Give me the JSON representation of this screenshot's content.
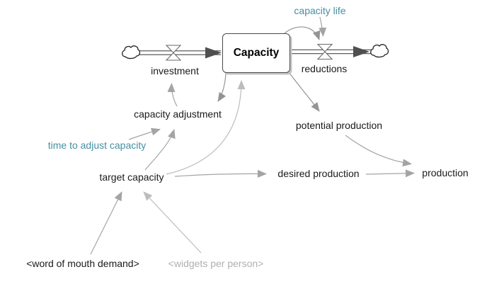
{
  "diagram": {
    "stock": {
      "label": "Capacity"
    },
    "flows": {
      "investment": {
        "label": "investment"
      },
      "reductions": {
        "label": "reductions"
      }
    },
    "variables": {
      "capacity_life": {
        "label": "capacity life",
        "color": "#4590a2"
      },
      "capacity_adjustment": {
        "label": "capacity adjustment",
        "color": "#1a1a1a"
      },
      "time_to_adjust_capacity": {
        "label": "time to adjust capacity",
        "color": "#4590a2"
      },
      "target_capacity": {
        "label": "target capacity",
        "color": "#1a1a1a"
      },
      "potential_production": {
        "label": "potential production",
        "color": "#1a1a1a"
      },
      "desired_production": {
        "label": "desired production",
        "color": "#1a1a1a"
      },
      "production": {
        "label": "production",
        "color": "#1a1a1a"
      },
      "word_of_mouth_demand": {
        "label": "<word of mouth demand>",
        "color": "#1a1a1a"
      },
      "widgets_per_person": {
        "label": "<widgets per person>",
        "color": "#b0b0b0"
      }
    },
    "icons": {
      "source": "cloud-icon",
      "sink": "cloud-icon",
      "inflow_valve": "valve-icon",
      "outflow_valve": "valve-icon"
    },
    "colors": {
      "background": "#ffffff",
      "stock_border": "#4a4a4a",
      "pipe": "#4a4a4a",
      "flow_arrowhead": "#4f4f4f",
      "link_arrow": "#a4a4a4",
      "link_arrow_dark": "#949494",
      "link_arrow_light": "#bcbcbc",
      "teal_text": "#4590a2",
      "shadow_text": "#b0b0b0"
    },
    "links": [
      {
        "from": "capacity adjustment",
        "to": "investment"
      },
      {
        "from": "Capacity",
        "to": "capacity adjustment"
      },
      {
        "from": "time to adjust capacity",
        "to": "capacity adjustment"
      },
      {
        "from": "target capacity",
        "to": "capacity adjustment"
      },
      {
        "from": "target capacity",
        "to": "Capacity"
      },
      {
        "from": "target capacity",
        "to": "desired production"
      },
      {
        "from": "Capacity",
        "to": "reductions"
      },
      {
        "from": "capacity life",
        "to": "reductions"
      },
      {
        "from": "Capacity",
        "to": "potential production"
      },
      {
        "from": "potential production",
        "to": "production"
      },
      {
        "from": "desired production",
        "to": "production"
      },
      {
        "from": "<word of mouth demand>",
        "to": "target capacity"
      },
      {
        "from": "<widgets per person>",
        "to": "target capacity"
      }
    ]
  }
}
